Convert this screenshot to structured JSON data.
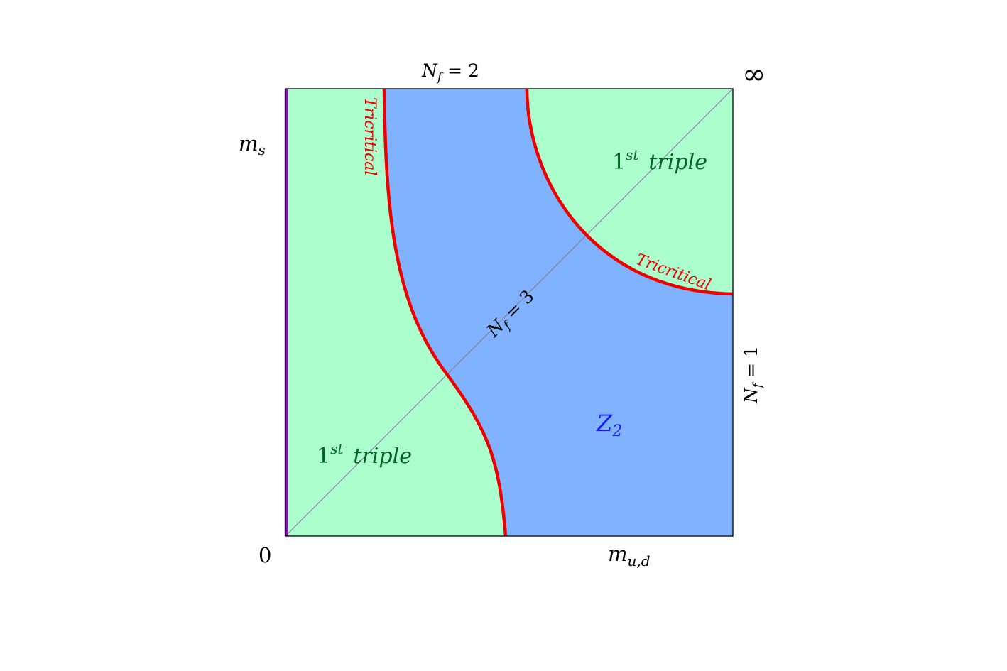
{
  "colors": {
    "first_order_region": "#aaffcc",
    "z2_region": "#80b2ff",
    "tricritical_line": "#ee0000",
    "chiral_axis_line": "#9900cc",
    "first_order_label": "#006622",
    "z2_label": "#1a1aff",
    "tricritical_label": "#ee0000",
    "frame": "#000000",
    "diagonal": "#7a7a9a"
  },
  "axes": {
    "y_label": "m",
    "y_label_sub": "s",
    "x_label": "m",
    "x_label_sub": "u,d",
    "origin_label": "0",
    "infinity_label": "∞"
  },
  "boundary_labels": {
    "top": {
      "base": "N",
      "sub": "f",
      "rest": " = 2"
    },
    "right": {
      "base": "N",
      "sub": "f",
      "rest": " = 1"
    },
    "diagonal": {
      "base": "N",
      "sub": "f",
      "rest": " = 3"
    }
  },
  "regions": {
    "lower_left": {
      "base": "1",
      "sup": "st",
      "word": "triple"
    },
    "upper_right": {
      "base": "1",
      "sup": "st",
      "word": "triple"
    },
    "z2": {
      "base": "Z",
      "sub": "2"
    }
  },
  "curve_labels": {
    "left": "Tricritical",
    "right": "Tricritical"
  }
}
